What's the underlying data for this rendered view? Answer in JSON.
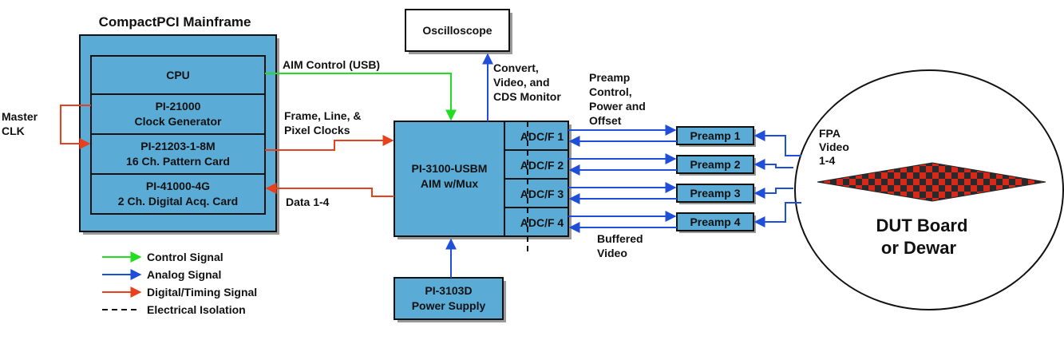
{
  "title": "CompactPCI Mainframe",
  "mainframe_cards": [
    {
      "line1": "CPU",
      "line2": ""
    },
    {
      "line1": "PI-21000",
      "line2": "Clock Generator"
    },
    {
      "line1": "PI-21203-1-8M",
      "line2": "16 Ch. Pattern Card"
    },
    {
      "line1": "PI-41000-4G",
      "line2": "2 Ch. Digital Acq. Card"
    }
  ],
  "master_clk": {
    "line1": "Master",
    "line2": "CLK"
  },
  "labels": {
    "aim_control": "AIM Control (USB)",
    "clocks_line1": "Frame, Line, &",
    "clocks_line2": "Pixel Clocks",
    "data": "Data 1-4",
    "monitor_line1": "Convert,",
    "monitor_line2": "Video, and",
    "monitor_line3": "CDS Monitor",
    "preamp_ctrl_line1": "Preamp",
    "preamp_ctrl_line2": "Control,",
    "preamp_ctrl_line3": "Power and",
    "preamp_ctrl_line4": "Offset",
    "buffered_line1": "Buffered",
    "buffered_line2": "Video",
    "fpa_line1": "FPA",
    "fpa_line2": "Video",
    "fpa_line3": "1-4"
  },
  "oscilloscope": "Oscilloscope",
  "aim": {
    "line1": "PI-3100-USBM",
    "line2": "AIM w/Mux"
  },
  "adcs": [
    "ADC/F 1",
    "ADC/F 2",
    "ADC/F 3",
    "ADC/F 4"
  ],
  "preamps": [
    "Preamp 1",
    "Preamp 2",
    "Preamp 3",
    "Preamp 4"
  ],
  "power_supply": {
    "line1": "PI-3103D",
    "line2": "Power Supply"
  },
  "dut": {
    "line1": "DUT Board",
    "line2": "or Dewar"
  },
  "legend": [
    {
      "label": "Control Signal",
      "color": "#22dd22",
      "style": "arrow"
    },
    {
      "label": "Analog Signal",
      "color": "#1f4fd8",
      "style": "arrow"
    },
    {
      "label": "Digital/Timing Signal",
      "color": "#e8401c",
      "style": "arrow"
    },
    {
      "label": "Electrical Isolation",
      "color": "#111111",
      "style": "dashed"
    }
  ],
  "colors": {
    "block": "#5aacd6",
    "control": "#22dd22",
    "analog": "#1f4fd8",
    "digital": "#e8401c",
    "checker_red": "#d8281c",
    "checker_dark": "#2a2a2a"
  }
}
